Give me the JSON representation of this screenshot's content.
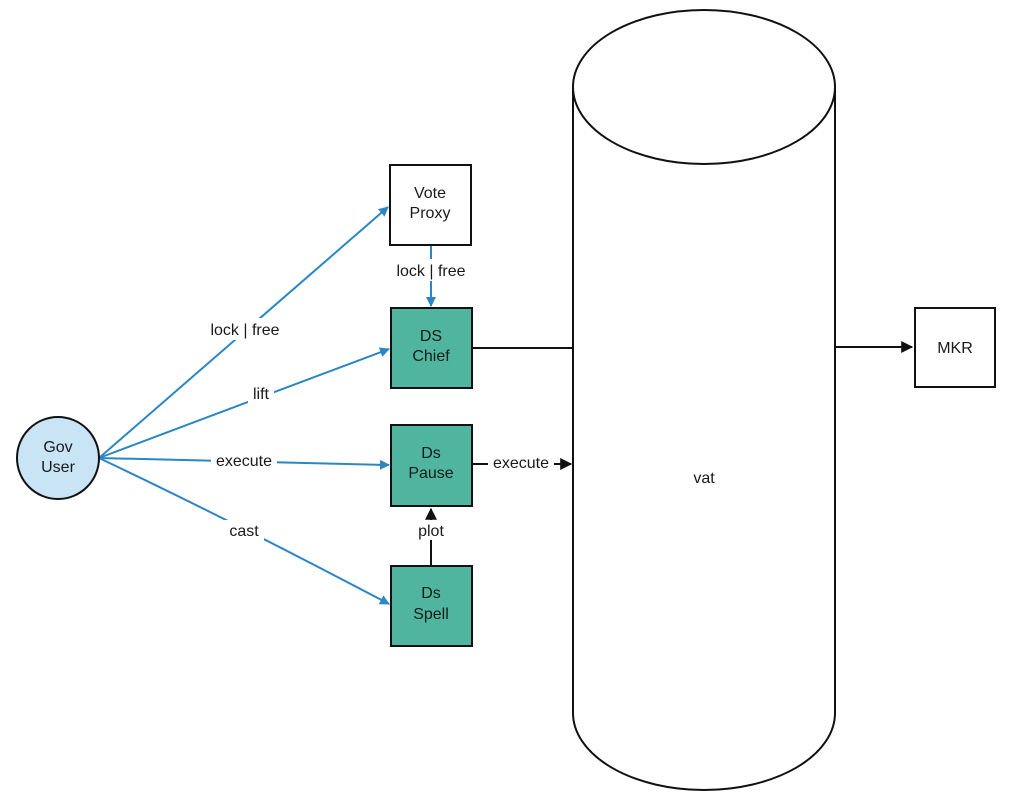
{
  "colors": {
    "teal": "#4fb59f",
    "teal_stroke": "#111111",
    "user_fill": "#c8e4f5",
    "blue_edge": "#2b86c5",
    "black_edge": "#111111",
    "box_fill": "#ffffff"
  },
  "nodes": {
    "gov_user": {
      "line1": "Gov",
      "line2": "User"
    },
    "vote_proxy": {
      "line1": "Vote",
      "line2": "Proxy"
    },
    "ds_chief": {
      "line1": "DS",
      "line2": "Chief"
    },
    "ds_pause": {
      "line1": "Ds",
      "line2": "Pause"
    },
    "ds_spell": {
      "line1": "Ds",
      "line2": "Spell"
    },
    "vat": {
      "label": "vat"
    },
    "mkr": {
      "label": "MKR"
    }
  },
  "edges": {
    "user_to_proxy": "lock | free",
    "proxy_to_chief": "lock | free",
    "user_to_chief": "lift",
    "user_to_pause": "execute",
    "user_to_spell": "cast",
    "spell_to_pause": "plot",
    "pause_to_vat": "execute"
  }
}
